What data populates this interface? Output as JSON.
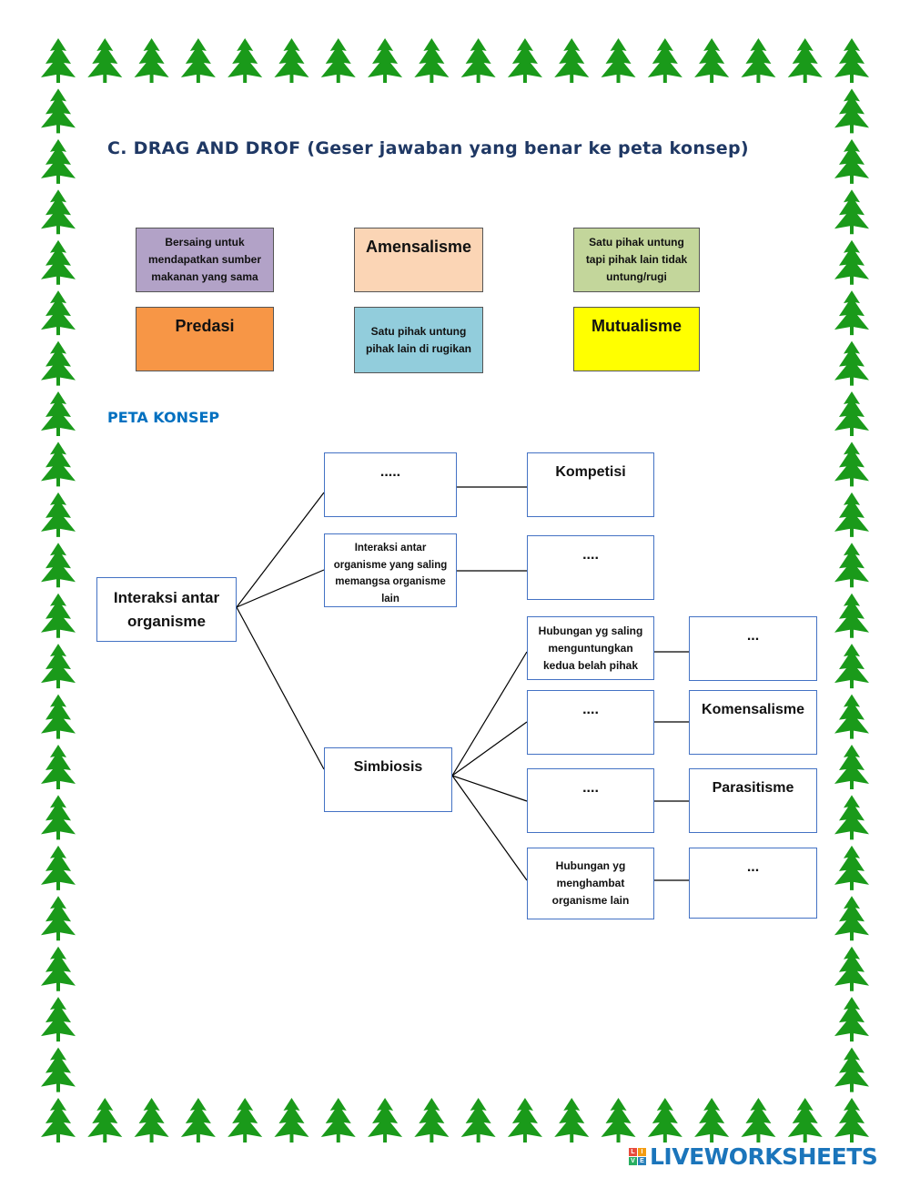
{
  "title": "C. DRAG AND DROF (Geser jawaban yang benar ke peta konsep)",
  "concept_map_heading": "PETA KONSEP",
  "answer_cards": [
    {
      "text": "Bersaing untuk mendapatkan sumber makanan yang sama",
      "color": "#b2a2c7"
    },
    {
      "text": "Amensalisme",
      "color": "#fbd5b5"
    },
    {
      "text": "Satu pihak untung tapi pihak lain tidak untung/rugi",
      "color": "#c3d69b"
    },
    {
      "text": "Predasi",
      "color": "#f79646"
    },
    {
      "text": "Satu pihak untung pihak lain di rugikan",
      "color": "#92cddc"
    },
    {
      "text": "Mutualisme",
      "color": "#ffff00"
    }
  ],
  "map": {
    "root": "Interaksi antar organisme",
    "competition_desc": ".....",
    "competition": "Kompetisi",
    "predation_desc": "Interaksi antar organisme yang saling memangsa organisme lain",
    "predation": "....",
    "symbiosis": "Simbiosis",
    "mutualism_desc": "Hubungan yg saling menguntungkan kedua belah pihak",
    "mutualism": "...",
    "commensalism_desc": "....",
    "commensalism": "Komensalisme",
    "parasitism_desc": "....",
    "parasitism": "Parasitisme",
    "amensalism_desc": "Hubungan yg menghambat organisme lain",
    "amensalism": "..."
  },
  "logo": {
    "text": "LIVEWORKSHEETS",
    "mark_letters": [
      "L",
      "I",
      "V",
      "E"
    ]
  },
  "colors": {
    "tree_green": "#1a9a1a",
    "node_border": "#4472c4",
    "title": "#1f3864",
    "heading": "#0070c0",
    "logo": "#1b75bb"
  }
}
